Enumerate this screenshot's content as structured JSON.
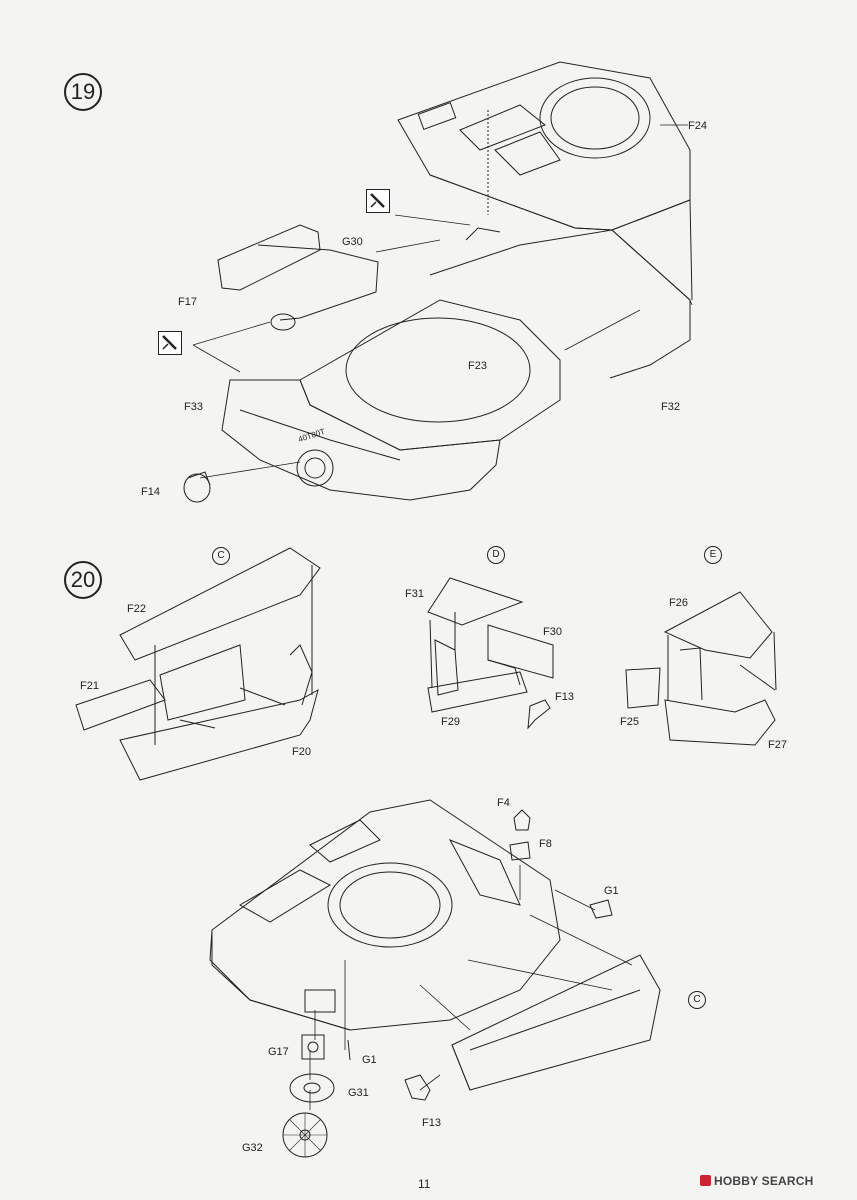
{
  "steps": {
    "s19": "19",
    "s20": "20"
  },
  "parts_19": {
    "f24": "F24",
    "g30": "G30",
    "f17": "F17",
    "f23": "F23",
    "f33": "F33",
    "f32": "F32",
    "f14": "F14",
    "hull_marking": "40Т80Т"
  },
  "sub_c": {
    "marker": "C",
    "f22": "F22",
    "f21": "F21",
    "f20": "F20"
  },
  "sub_d": {
    "marker": "D",
    "f31": "F31",
    "f30": "F30",
    "f13": "F13",
    "f29": "F29"
  },
  "sub_e": {
    "marker": "E",
    "f26": "F26",
    "f25": "F25",
    "f27": "F27"
  },
  "parts_20": {
    "f4": "F4",
    "f8": "F8",
    "g1a": "G1",
    "g17": "G17",
    "g1b": "G1",
    "g31": "G31",
    "f13": "F13",
    "g32": "G32",
    "c_marker": "C"
  },
  "footer": {
    "page_number": "11",
    "watermark": "HOBBY SEARCH",
    "watermark_logo_icon": "hobbysearch-logo-icon"
  },
  "colors": {
    "line": "#222222",
    "paper": "#f4f4f2",
    "logo": "#cc2233"
  }
}
